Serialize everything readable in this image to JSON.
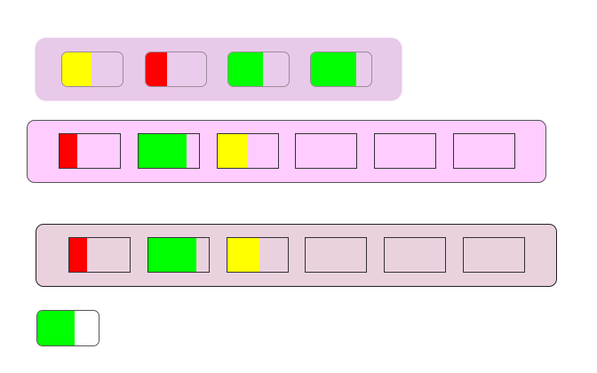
{
  "colors": {
    "red": "#ff0000",
    "yellow": "#ffff00",
    "green": "#00ff00"
  },
  "rows": [
    {
      "panel_color": "#e9c9e9",
      "slot_color": "#ebcbeb",
      "slot_style": "rounded",
      "slots": [
        {
          "fill": "yellow",
          "fraction": 0.48
        },
        {
          "fill": "red",
          "fraction": 0.35
        },
        {
          "fill": "green",
          "fraction": 0.58
        },
        {
          "fill": "green",
          "fraction": 0.75
        }
      ]
    },
    {
      "panel_color": "#ffccff",
      "slot_color": "#ffccff",
      "slot_style": "square",
      "slots": [
        {
          "fill": "red",
          "fraction": 0.3
        },
        {
          "fill": "green",
          "fraction": 0.8
        },
        {
          "fill": "yellow",
          "fraction": 0.5
        },
        {
          "fill": null,
          "fraction": 0
        },
        {
          "fill": null,
          "fraction": 0
        },
        {
          "fill": null,
          "fraction": 0
        }
      ]
    },
    {
      "panel_color": "#ead1de",
      "slot_color": "#ead1de",
      "slot_style": "square",
      "slots": [
        {
          "fill": "red",
          "fraction": 0.3
        },
        {
          "fill": "green",
          "fraction": 0.8
        },
        {
          "fill": "yellow",
          "fraction": 0.53
        },
        {
          "fill": null,
          "fraction": 0
        },
        {
          "fill": null,
          "fraction": 0
        },
        {
          "fill": null,
          "fraction": 0
        }
      ]
    }
  ],
  "single": {
    "slot_color": "#ffffff",
    "fill": "green",
    "fraction": 0.61
  }
}
